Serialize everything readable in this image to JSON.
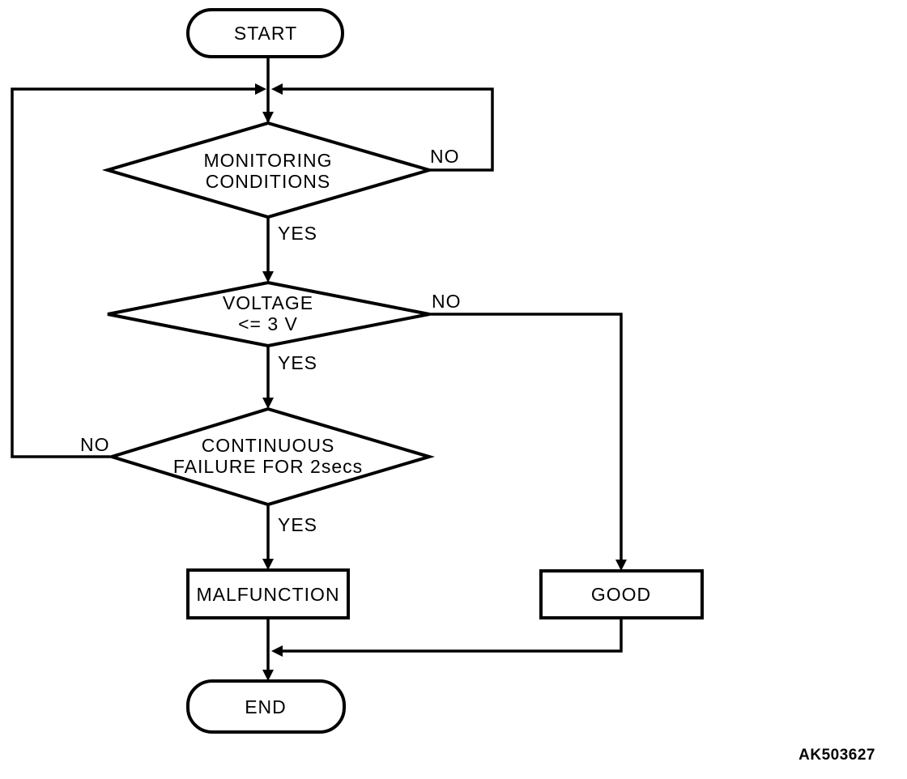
{
  "diagram": {
    "type": "flowchart",
    "colors": {
      "line": "#000000",
      "background": "#ffffff"
    },
    "code": "AK503627",
    "nodes": {
      "start": {
        "shape": "terminator",
        "label": "START"
      },
      "monitoring": {
        "shape": "decision",
        "line1": "MONITORING",
        "line2": "CONDITIONS"
      },
      "voltage": {
        "shape": "decision",
        "line1": "VOLTAGE",
        "line2": "<= 3 V"
      },
      "continuous": {
        "shape": "decision",
        "line1": "CONTINUOUS",
        "line2": "FAILURE FOR 2secs"
      },
      "malfunction": {
        "shape": "process",
        "label": "MALFUNCTION"
      },
      "good": {
        "shape": "process",
        "label": "GOOD"
      },
      "end": {
        "shape": "terminator",
        "label": "END"
      }
    },
    "labels": {
      "monitoring_no": "NO",
      "monitoring_yes": "YES",
      "voltage_no": "NO",
      "voltage_yes": "YES",
      "continuous_no": "NO",
      "continuous_yes": "YES"
    },
    "edges": [
      {
        "from": "start",
        "to": "monitoring",
        "label": ""
      },
      {
        "from": "monitoring",
        "to": "merge-above-monitoring",
        "label": "NO"
      },
      {
        "from": "monitoring",
        "to": "voltage",
        "label": "YES"
      },
      {
        "from": "voltage",
        "to": "good",
        "label": "NO"
      },
      {
        "from": "voltage",
        "to": "continuous",
        "label": "YES"
      },
      {
        "from": "continuous",
        "to": "merge-above-monitoring",
        "label": "NO"
      },
      {
        "from": "continuous",
        "to": "malfunction",
        "label": "YES"
      },
      {
        "from": "malfunction",
        "to": "end",
        "label": ""
      },
      {
        "from": "good",
        "to": "end",
        "label": ""
      }
    ]
  }
}
